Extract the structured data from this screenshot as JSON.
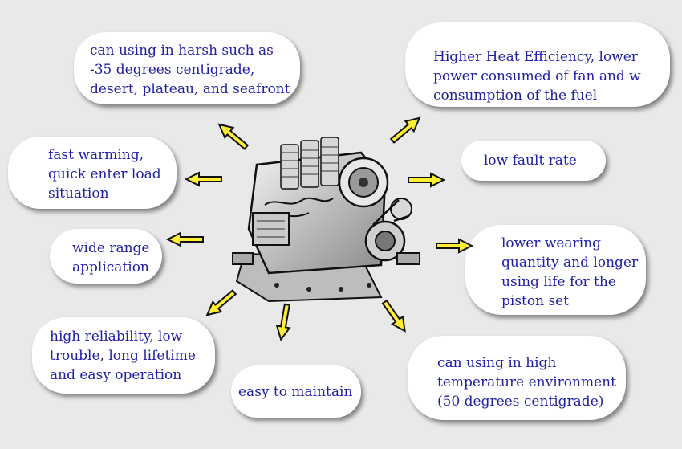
{
  "features": {
    "harsh": {
      "lines": [
        "can using in harsh such as",
        "-35 degrees centigrade,",
        "desert, plateau, and seafront"
      ]
    },
    "heat": {
      "lines": [
        "Higher Heat Efficiency, lower",
        "power consumed of fan and w",
        "consumption of the fuel"
      ]
    },
    "warming": {
      "lines": [
        "fast warming,",
        "quick enter load",
        "situation"
      ]
    },
    "fault": {
      "lines": [
        "low fault rate"
      ]
    },
    "range": {
      "lines": [
        "wide range",
        "application"
      ]
    },
    "wearing": {
      "lines": [
        "lower wearing",
        "quantity and longer",
        "using life for the",
        "piston set"
      ]
    },
    "reliability": {
      "lines": [
        "high reliability, low",
        "trouble, long lifetime",
        "and easy operation"
      ]
    },
    "maintain": {
      "lines": [
        "easy to maintain"
      ]
    },
    "hightemp": {
      "lines": [
        "can using in high",
        "temperature environment",
        "(50 degrees centigrade)"
      ]
    }
  },
  "colors": {
    "text": "#1f1fa8",
    "arrow": "#ffee33",
    "arrow_outline": "#111111",
    "cloud": "#ffffff",
    "background": "#e9e9e9"
  },
  "icons": {
    "engine": "air-cooled-diesel-engine-illustration",
    "arrow": "yellow-double-arrow"
  }
}
